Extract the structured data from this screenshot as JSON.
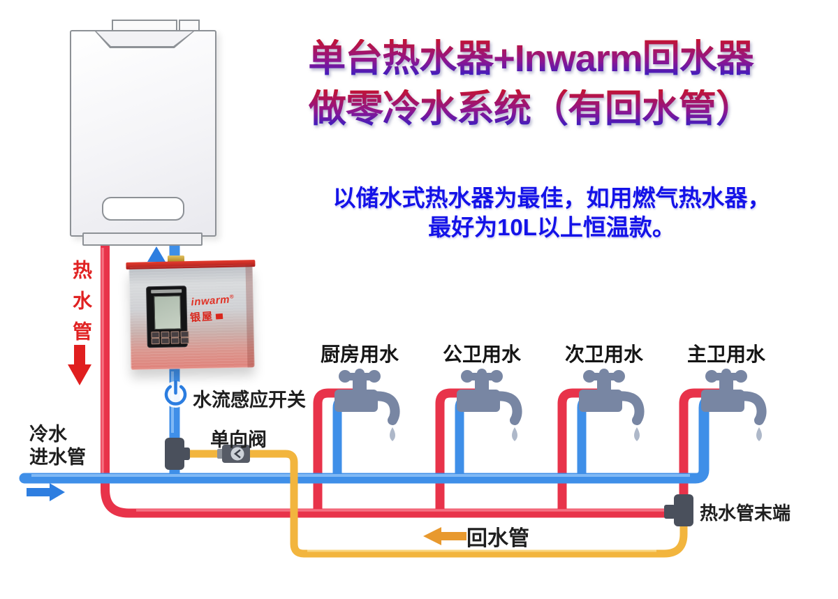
{
  "title": {
    "line1": "单台热水器+Inwarm回水器",
    "line2": "做零冷水系统（有回水管）"
  },
  "subtitle": {
    "line1": "以储水式热水器为最佳，如用燃气热水器，",
    "line2": "最好为10L以上恒温款。"
  },
  "device": {
    "brand": "inwarm",
    "brand_reg": "®",
    "brand_cn": "银屋"
  },
  "labels": {
    "hot_pipe": "热水管",
    "cold_inlet_line1": "冷水",
    "cold_inlet_line2": "进水管",
    "flow_switch": "水流感应开关",
    "check_valve": "单向阀",
    "return_pipe": "回水管",
    "hot_pipe_end": "热水管末端"
  },
  "taps": [
    {
      "label": "厨房用水"
    },
    {
      "label": "公卫用水"
    },
    {
      "label": "次卫用水"
    },
    {
      "label": "主卫用水"
    }
  ],
  "colors": {
    "hot_pipe": "#e8334a",
    "cold_pipe": "#3f8fe8",
    "return_pipe": "#f2b53e",
    "faucet": "#7886a3",
    "fitting": "#4a505c",
    "title_top": "#c41330",
    "title_bottom": "#2a1ecb",
    "subtitle": "#1412e8"
  }
}
